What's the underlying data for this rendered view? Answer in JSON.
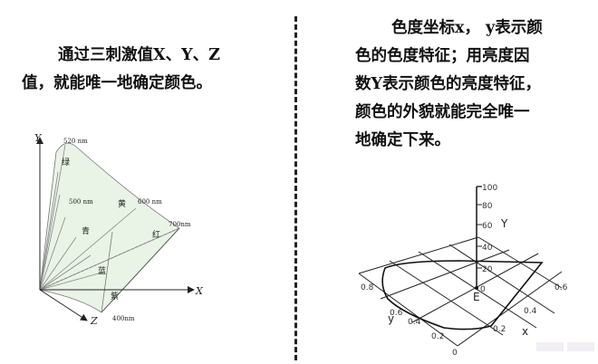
{
  "left_panel": {
    "text_line1": "通过三刺激值X、Y、Z",
    "text_line2": "值，就能唯一地确定颜色。",
    "diagram": {
      "axis_y": "Y",
      "axis_x": "X",
      "axis_z": "Z",
      "wl_520": "520 nm",
      "wl_500": "500 nm",
      "wl_600": "600 nm",
      "wl_700": "700nm",
      "wl_400": "400nm",
      "green": "绿",
      "yellow": "黄",
      "cyan": "青",
      "red": "红",
      "blue": "蓝",
      "purple": "紫"
    }
  },
  "right_panel": {
    "text_line1": "色度坐标x， y表示颜",
    "text_line2": "色的色度特征；用亮度因",
    "text_line3": "数Y表示颜色的亮度特征，",
    "text_line4": "颜色的外貌就能完全唯一",
    "text_line5": "地确定下来。",
    "diagram": {
      "y_ticks": [
        "100",
        "80",
        "60",
        "40",
        "20"
      ],
      "y_axis_label": "Y",
      "origin_label": "0",
      "e_label": "E",
      "x_axis_label": "x",
      "y_label": "y",
      "x_ticks": [
        "0.2",
        "0.4",
        "0.6"
      ],
      "y_base_ticks": [
        "0.2",
        "0.4",
        "0.6",
        "0.8"
      ],
      "base_origin": "0"
    }
  }
}
